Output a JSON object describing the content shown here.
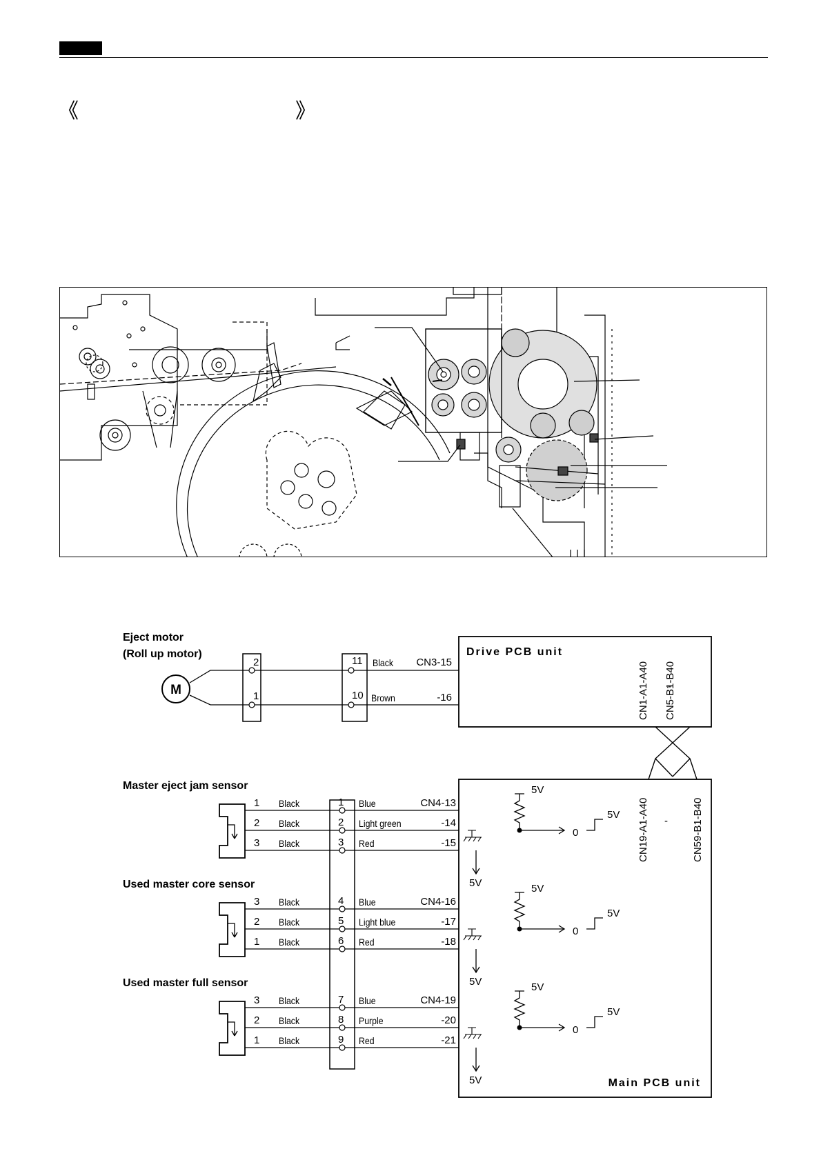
{
  "motor": {
    "title_line1": "Eject motor",
    "title_line2": "(Roll up motor)",
    "symbol": "M",
    "pins": [
      {
        "conn1": "2",
        "conn2": "11",
        "color": "Black",
        "cn": "CN3-15"
      },
      {
        "conn1": "1",
        "conn2": "10",
        "color": "Brown",
        "cn": "-16"
      }
    ]
  },
  "drive_pcb": {
    "label": "Drive PCB unit",
    "conn_left": "CN1-A1-A40",
    "dash": "-",
    "conn_right": "CN5-B1-B40"
  },
  "main_pcb": {
    "label": "Main PCB unit",
    "conn_left": "CN19-A1-A40",
    "dash": "-",
    "conn_right": "CN59-B1-B40"
  },
  "sensors": [
    {
      "title": "Master eject jam sensor",
      "rows": [
        {
          "pin": "1",
          "color1": "Black",
          "term": "1",
          "color2": "Blue",
          "cn": "CN4-13"
        },
        {
          "pin": "2",
          "color1": "Black",
          "term": "2",
          "color2": "Light green",
          "cn": "-14"
        },
        {
          "pin": "3",
          "color1": "Black",
          "term": "3",
          "color2": "Red",
          "cn": "-15"
        }
      ]
    },
    {
      "title": "Used master core sensor",
      "rows": [
        {
          "pin": "3",
          "color1": "Black",
          "term": "4",
          "color2": "Blue",
          "cn": "CN4-16"
        },
        {
          "pin": "2",
          "color1": "Black",
          "term": "5",
          "color2": "Light blue",
          "cn": "-17"
        },
        {
          "pin": "1",
          "color1": "Black",
          "term": "6",
          "color2": "Red",
          "cn": "-18"
        }
      ]
    },
    {
      "title": "Used master full sensor",
      "rows": [
        {
          "pin": "3",
          "color1": "Black",
          "term": "7",
          "color2": "Blue",
          "cn": "CN4-19"
        },
        {
          "pin": "2",
          "color1": "Black",
          "term": "8",
          "color2": "Purple",
          "cn": "-20"
        },
        {
          "pin": "1",
          "color1": "Black",
          "term": "9",
          "color2": "Red",
          "cn": "-21"
        }
      ]
    }
  ],
  "circuit": {
    "vcc": "5V",
    "low": "0"
  },
  "header": {
    "left_bracket": "《",
    "right_bracket": "》"
  }
}
